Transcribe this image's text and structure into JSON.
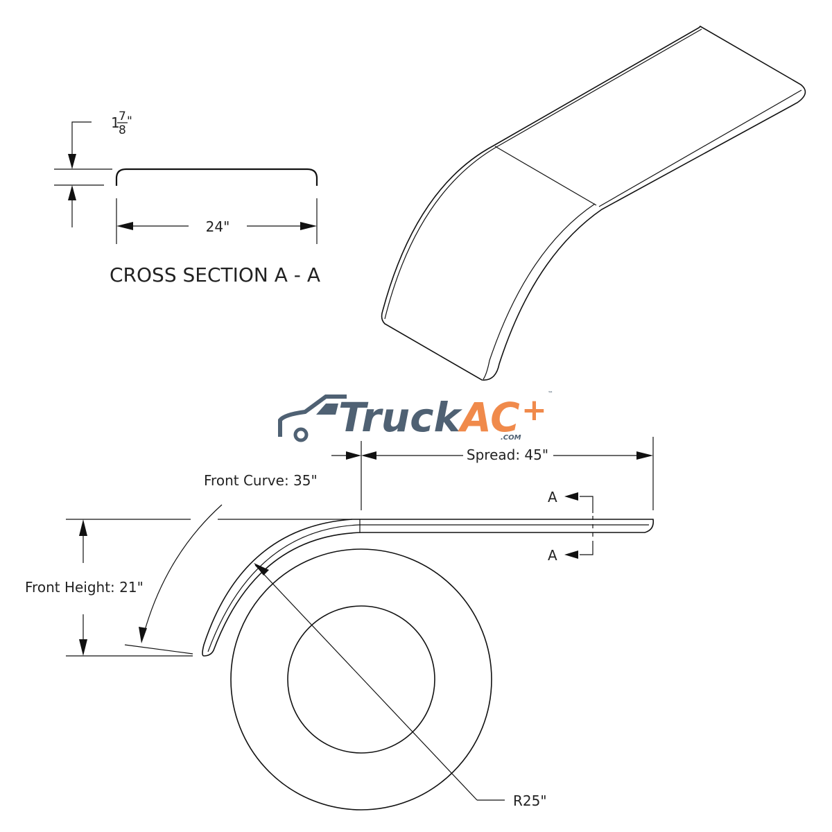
{
  "cross_section": {
    "title": "CROSS SECTION A - A",
    "width_label": "24\"",
    "thickness_whole": "1",
    "thickness_num": "7",
    "thickness_den": "8",
    "thickness_unit": "\""
  },
  "logo": {
    "word": "Truck",
    "accent": "AC",
    "plus": "+",
    "domain": ".COM",
    "tm": "™",
    "colors": {
      "slate": "#4f6173",
      "orange": "#f08a4b"
    }
  },
  "dimensions": {
    "spread": "Spread: 45\"",
    "front_curve": "Front Curve: 35\"",
    "front_height": "Front Height: 21\"",
    "radius": "R25\"",
    "section_mark_top": "A",
    "section_mark_bottom": "A"
  }
}
